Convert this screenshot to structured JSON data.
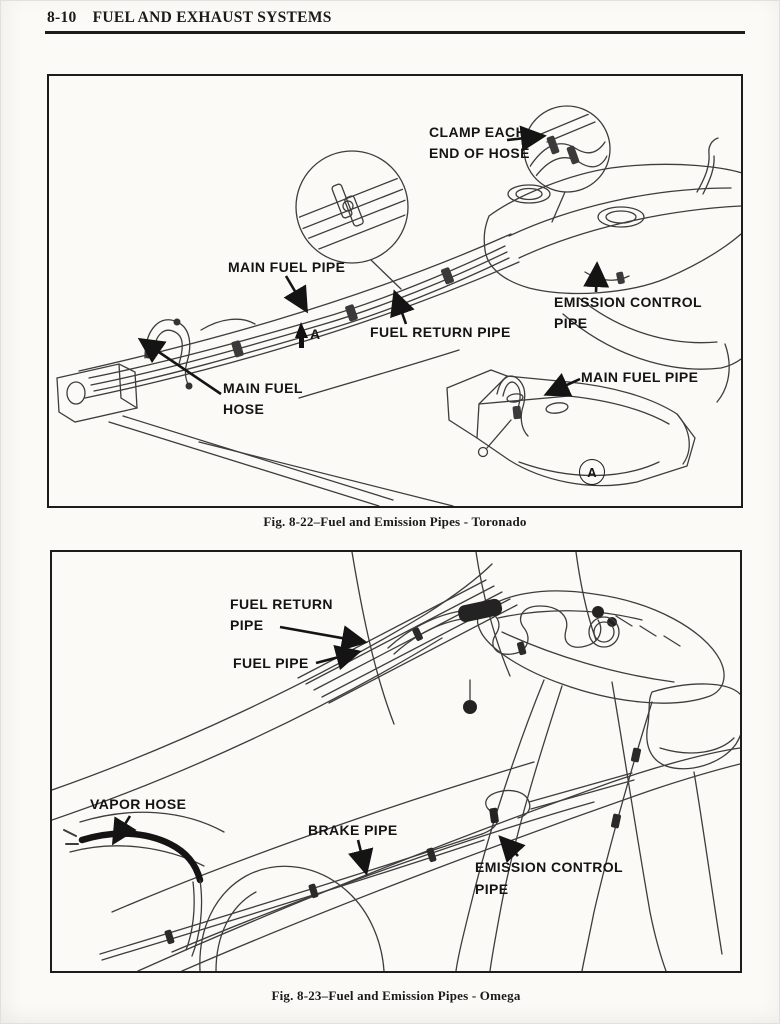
{
  "colors": {
    "paper": "#fbfaf6",
    "ink": "#1a1a1a",
    "art_line": "#3d3d3d",
    "arrow": "#141414"
  },
  "header": {
    "section_number": "8-10",
    "title": "FUEL AND EXHAUST SYSTEMS"
  },
  "fig1": {
    "caption": "Fig. 8-22–Fuel and Emission Pipes - Toronado",
    "labels": {
      "clamp_each_end_line1": "CLAMP EACH",
      "clamp_each_end_line2": "END OF HOSE",
      "main_fuel_pipe": "MAIN FUEL PIPE",
      "fuel_return_pipe": "FUEL RETURN PIPE",
      "emission_control_line1": "EMISSION CONTROL",
      "emission_control_line2": "PIPE",
      "main_fuel_hose_line1": "MAIN FUEL",
      "main_fuel_hose_line2": "HOSE",
      "inset_main_fuel_pipe": "MAIN FUEL PIPE",
      "view_marker": "A",
      "detail_marker": "A"
    }
  },
  "fig2": {
    "caption": "Fig. 8-23–Fuel and Emission Pipes - Omega",
    "labels": {
      "fuel_return_line1": "FUEL RETURN",
      "fuel_return_line2": "PIPE",
      "fuel_pipe": "FUEL PIPE",
      "vapor_hose": "VAPOR HOSE",
      "brake_pipe": "BRAKE PIPE",
      "emission_control_line1": "EMISSION CONTROL",
      "emission_control_line2": "PIPE"
    }
  }
}
